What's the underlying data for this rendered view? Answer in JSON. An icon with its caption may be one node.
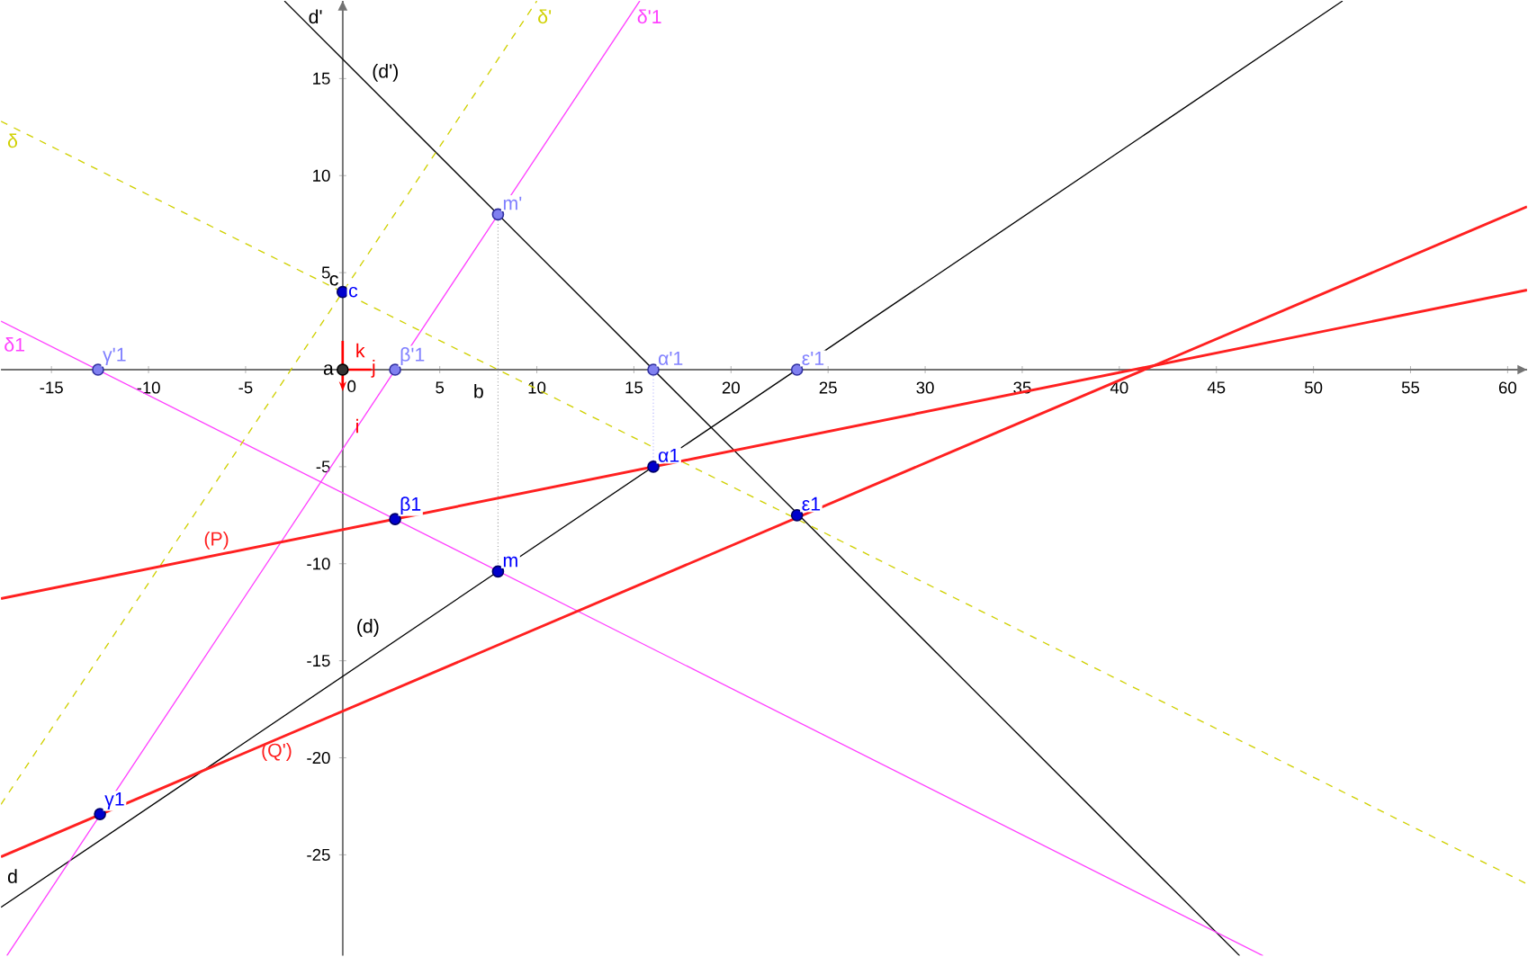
{
  "diagram": {
    "nodes": [
      {
        "text": [
          "m'"
        ]
      },
      {
        "text": [
          "c"
        ]
      },
      {
        "text": [
          "γ'1"
        ]
      },
      {
        "text": [
          "a"
        ]
      },
      {
        "text": [
          "β'1"
        ]
      },
      {
        "text": [
          "α'1"
        ]
      },
      {
        "text": [
          "ε'1"
        ]
      },
      {
        "text": [
          "α1"
        ]
      },
      {
        "text": [
          "ε1"
        ]
      },
      {
        "text": [
          "β1"
        ]
      },
      {
        "text": [
          "m"
        ]
      },
      {
        "text": [
          "γ1"
        ]
      }
    ],
    "edges": [
      {
        "from": 0,
        "to": 10,
        "arrow": "none",
        "style": "dashed",
        "color": "#999999"
      },
      {
        "from": 5,
        "to": 7,
        "arrow": "none",
        "style": "dashed",
        "color": "#aaaaff"
      }
    ],
    "labels": [
      "d'",
      "d",
      "b",
      "c",
      "k",
      "j",
      "i"
    ],
    "chart_data": {
      "type": "line",
      "xlim": [
        -17.6,
        61
      ],
      "ylim": [
        -30.2,
        19
      ],
      "xticks": [
        -15,
        -10,
        -5,
        0,
        5,
        10,
        15,
        20,
        25,
        30,
        35,
        40,
        45,
        50,
        55,
        60
      ],
      "yticks": [
        -25,
        -20,
        -15,
        -10,
        -5,
        5,
        10,
        15
      ],
      "x": [
        -17.6,
        -17.3,
        -3,
        10,
        15.3,
        46.2,
        47.4,
        51.5,
        61
      ],
      "series": [
        {
          "name": "(d')",
          "color": "#000000",
          "values": [
            null,
            null,
            19,
            null,
            null,
            -30.2,
            null,
            null,
            null
          ]
        },
        {
          "name": "(d)",
          "color": "#000000",
          "values": [
            -27.7,
            null,
            null,
            null,
            null,
            null,
            null,
            19,
            null
          ]
        },
        {
          "name": "δ'1",
          "color": "#ff40ff",
          "values": [
            null,
            -30.2,
            null,
            null,
            19,
            null,
            null,
            null,
            null
          ]
        },
        {
          "name": "δ1",
          "color": "#ff40ff",
          "values": [
            2.5,
            null,
            null,
            null,
            null,
            null,
            -30.2,
            null,
            null
          ]
        },
        {
          "name": "δ",
          "color": "#d0d000",
          "values": [
            12.8,
            null,
            null,
            null,
            null,
            null,
            null,
            null,
            -26.5
          ],
          "line_style": "dashed"
        },
        {
          "name": "δ'",
          "color": "#d0d000",
          "values": [
            -22.4,
            null,
            null,
            19,
            null,
            null,
            null,
            null,
            null
          ],
          "line_style": "dashed"
        },
        {
          "name": "(P)",
          "color": "#ff2020",
          "values": [
            -11.8,
            null,
            null,
            null,
            null,
            null,
            null,
            null,
            4.1
          ]
        },
        {
          "name": "(Q')",
          "color": "#ff2020",
          "values": [
            -25.1,
            null,
            null,
            null,
            null,
            null,
            null,
            null,
            8.4
          ]
        }
      ]
    }
  }
}
